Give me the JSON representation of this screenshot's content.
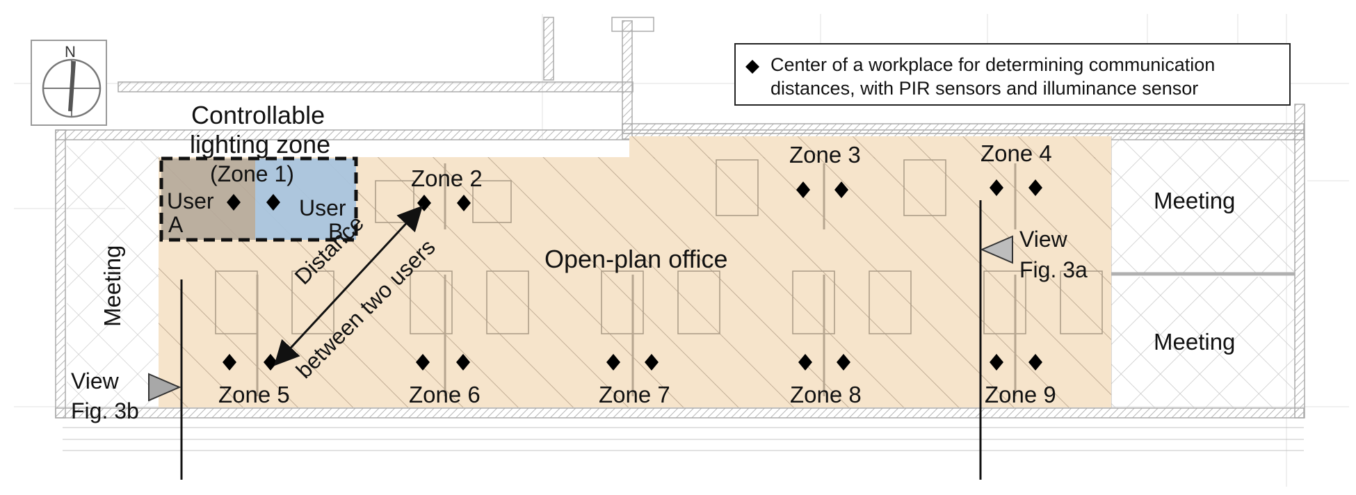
{
  "legend": {
    "text": "Center of a workplace for determining communication distances, with PIR sensors and illuminance sensor",
    "icon": "diamond-marker-icon"
  },
  "compass": {
    "label": "N",
    "icon": "north-arrow-icon"
  },
  "labels": {
    "controllable_line1": "Controllable",
    "controllable_line2": "lighting zone",
    "zone1": "(Zone 1)",
    "user_a_line1": "User",
    "user_a_line2": "A",
    "user_b_line1": "User",
    "user_b_line2": "B",
    "distance_line1": "Distance",
    "distance_line2": "between two users",
    "open_plan": "Open-plan office",
    "meeting_left": "Meeting",
    "meeting_top_right": "Meeting",
    "meeting_bottom_right": "Meeting",
    "view_3a_line1": "View",
    "view_3a_line2": "Fig. 3a",
    "view_3b_line1": "View",
    "view_3b_line2": "Fig. 3b"
  },
  "zones": [
    "Zone 2",
    "Zone 3",
    "Zone 4",
    "Zone 5",
    "Zone 6",
    "Zone 7",
    "Zone 8",
    "Zone 9"
  ],
  "colors": {
    "office_fill": "#f6e4cb",
    "zone_a_fill": "#b5a89a",
    "zone_b_fill": "#a9c4dd",
    "hatch": "#b9a58d",
    "wall": "#b0b0b0",
    "marker": "#000000"
  }
}
